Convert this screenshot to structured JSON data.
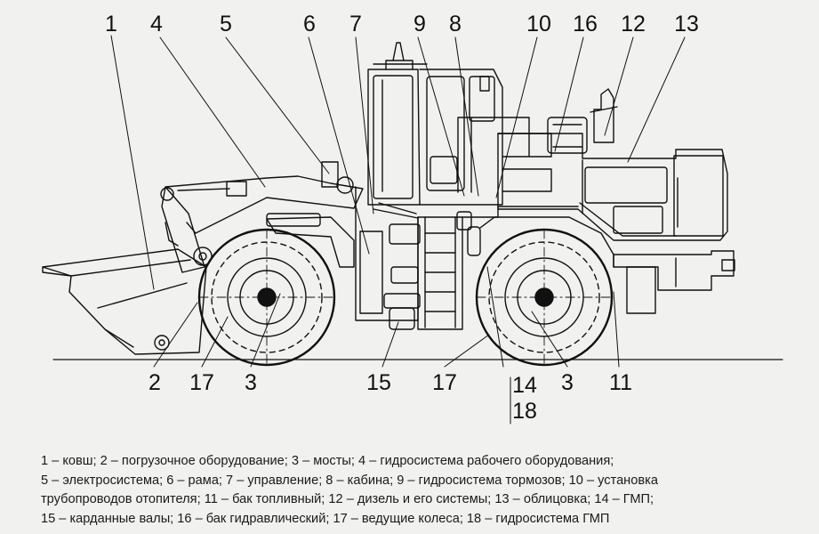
{
  "callouts": [
    "1",
    "2",
    "3",
    "4",
    "5",
    "6",
    "7",
    "8",
    "9",
    "10",
    "11",
    "12",
    "13",
    "14",
    "15",
    "16",
    "17",
    "18"
  ],
  "legend": {
    "lines": [
      "1 – ковш; 2 – погрузочное оборудование; 3 – мосты; 4 – гидросистема рабочего оборудования;",
      "5 – электросистема; 6 – рама; 7 – управление; 8 – кабина; 9 – гидросистема тормозов; 10 – установка",
      "трубопроводов отопителя; 11 – бак топливный; 12 – дизель и его системы; 13 – облицовка; 14 – ГМП;",
      "15 – карданные валы; 16 – бак гидравлический; 17 – ведущие колеса; 18 – гидросистема ГМП"
    ]
  },
  "colors": {
    "background": "#f1f1ef",
    "ink": "#111111"
  }
}
